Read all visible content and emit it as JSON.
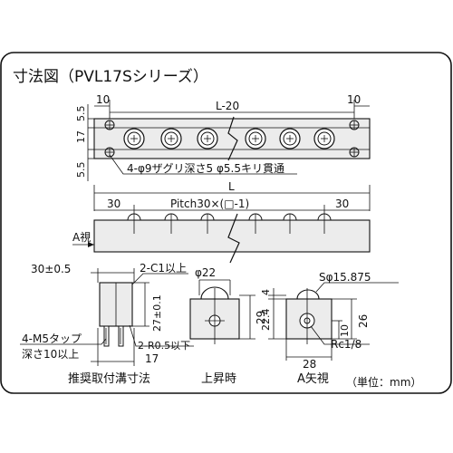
{
  "title": "寸法図（PVL17Sシリーズ）",
  "top_view": {
    "dim_left_10": "10",
    "dim_right_10": "10",
    "dim_l20": "L-20",
    "dim_55_top": "5.5",
    "dim_17": "17",
    "dim_55_bottom": "5.5",
    "note_holes": "4-φ9ザグリ深さ5  φ5.5キリ貫通"
  },
  "front_view": {
    "dim_L": "L",
    "dim_30_left": "30",
    "dim_pitch": "Pitch30×(□-1)",
    "dim_30_right": "30",
    "a_view": "A視"
  },
  "groove_view": {
    "dim_30_05": "30±0.5",
    "note_c1": "2-C1以上",
    "dim_27": "27±0.1",
    "note_m5": "4-M5タップ",
    "note_depth": "深さ10以上",
    "dim_17": "17",
    "note_r05": "2-R0.5以下",
    "caption": "推奨取付溝寸法"
  },
  "rise_view": {
    "dim_phi22": "φ22",
    "dim_29": "29",
    "caption": "上昇時"
  },
  "a_arrow_view": {
    "dim_s": "Sφ15.875",
    "dim_4": "4",
    "dim_224": "22.4",
    "dim_26": "26",
    "dim_10": "10",
    "dim_28": "28",
    "note_rc": "Rc1/8",
    "caption": "A矢視"
  },
  "unit": "（単位：mm）"
}
